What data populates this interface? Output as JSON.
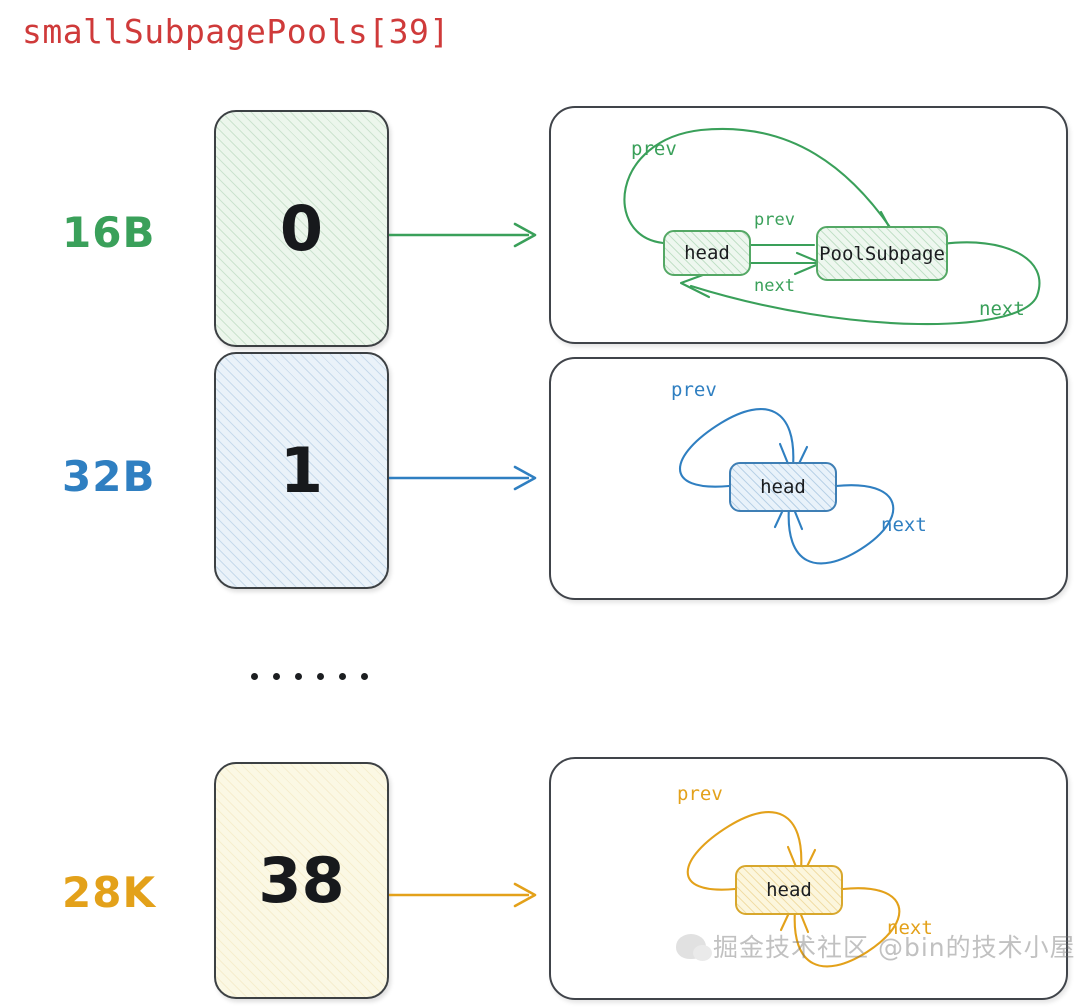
{
  "title": "smallSubpagePools[39]",
  "colors": {
    "title": "#cf3a3a",
    "green": "#3aa05a",
    "blue": "#2f7fc1",
    "amber": "#e3a11a",
    "panel_border": "#40444a",
    "card_border": "#3c4043"
  },
  "rows": [
    {
      "size_label": "16B",
      "index": "0",
      "accent": "#3aa05a",
      "nodes": [
        {
          "label": "head"
        },
        {
          "label": "PoolSubpage"
        }
      ],
      "edges": [
        {
          "label": "prev",
          "kind": "outer-top"
        },
        {
          "label": "next",
          "kind": "outer-bottom"
        },
        {
          "label": "prev",
          "kind": "inner-top"
        },
        {
          "label": "next",
          "kind": "inner-bottom"
        }
      ]
    },
    {
      "size_label": "32B",
      "index": "1",
      "accent": "#2f7fc1",
      "nodes": [
        {
          "label": "head"
        }
      ],
      "edges": [
        {
          "label": "prev",
          "kind": "self-top"
        },
        {
          "label": "next",
          "kind": "self-bottom"
        }
      ]
    },
    {
      "size_label": "28K",
      "index": "38",
      "accent": "#e3a11a",
      "nodes": [
        {
          "label": "head"
        }
      ],
      "edges": [
        {
          "label": "prev",
          "kind": "self-top"
        },
        {
          "label": "next",
          "kind": "self-bottom"
        }
      ]
    }
  ],
  "ellipsis": {
    "dots": 6
  },
  "watermark": {
    "text": "掘金技术社区 @bin的技术小屋",
    "icon": "wechat-icon"
  }
}
